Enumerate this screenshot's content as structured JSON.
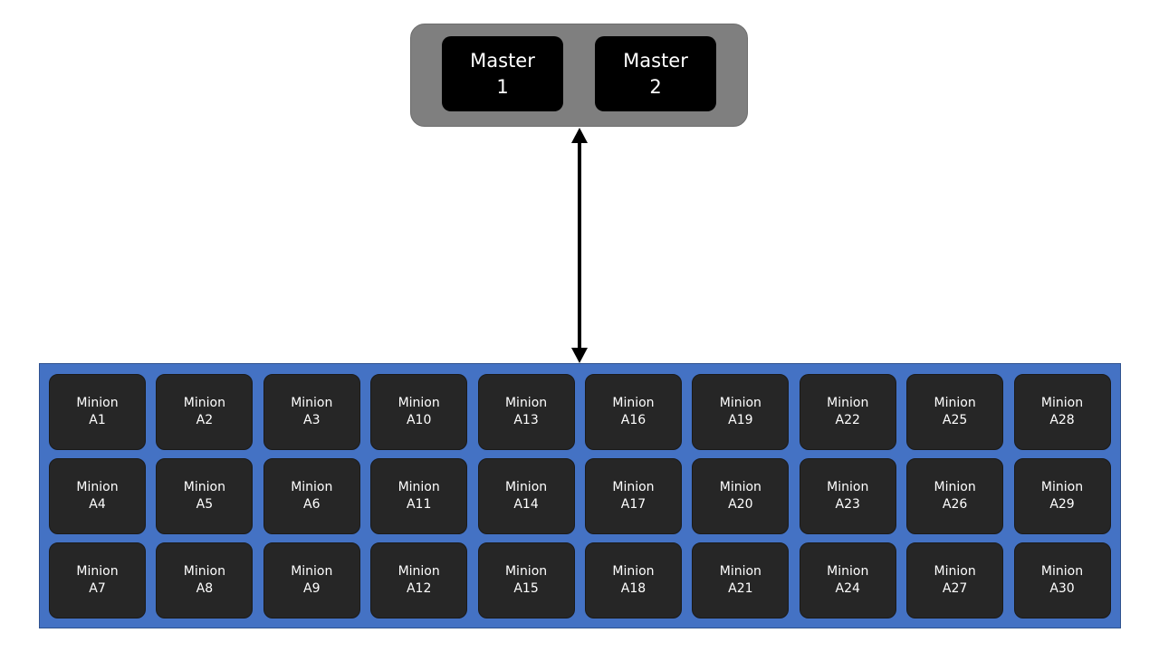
{
  "colors": {
    "background": "#ffffff",
    "master_group": "#7f7f7f",
    "master_node": "#000000",
    "cluster": "#4472c4",
    "minion_node": "#262626",
    "text": "#ffffff",
    "arrow": "#000000"
  },
  "masters": [
    {
      "line1": "Master",
      "line2": "1"
    },
    {
      "line1": "Master",
      "line2": "2"
    }
  ],
  "minion_label": "Minion",
  "minions_by_column": [
    [
      "A1",
      "A4",
      "A7"
    ],
    [
      "A2",
      "A5",
      "A8"
    ],
    [
      "A3",
      "A6",
      "A9"
    ],
    [
      "A10",
      "A11",
      "A12"
    ],
    [
      "A13",
      "A14",
      "A15"
    ],
    [
      "A16",
      "A17",
      "A18"
    ],
    [
      "A19",
      "A20",
      "A21"
    ],
    [
      "A22",
      "A23",
      "A24"
    ],
    [
      "A25",
      "A26",
      "A27"
    ],
    [
      "A28",
      "A29",
      "A30"
    ]
  ]
}
